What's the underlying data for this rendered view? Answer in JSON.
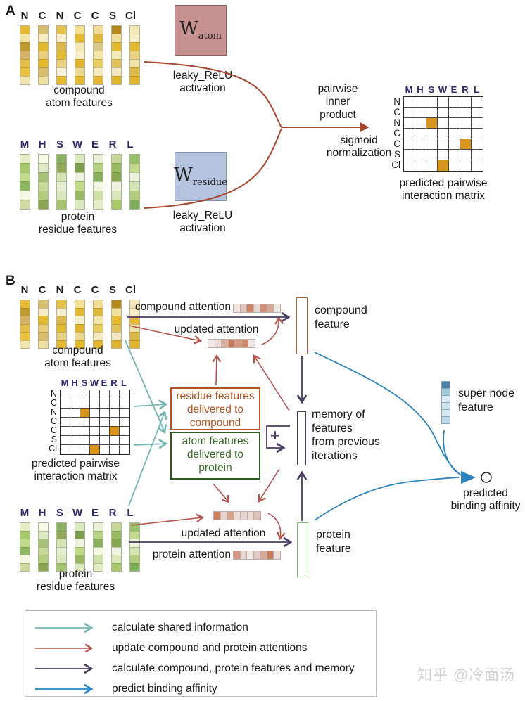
{
  "colors": {
    "teal": "#74b7b2",
    "red": "#b5534d",
    "purple": "#483c62",
    "blue": "#2c84bf",
    "rust": "#a8472e",
    "navy": "#2e2a6e",
    "matrix_cell": "#d8941f",
    "watom_bg": "#c79190",
    "watom_border": "#9a5a52",
    "wres_bg": "#b4c4de",
    "wres_border": "#8494ad",
    "cf_border": "#bf6030",
    "pf_border": "#74bf68",
    "res_box": "#b5541e",
    "atom_box_border": "#2f5c20",
    "atom_box_text": "#3c6b28",
    "legend_border": "#b9bdbf",
    "watermark": "#d2d2d2"
  },
  "panel_a": {
    "label": "A",
    "compound": {
      "labels": [
        "N",
        "C",
        "N",
        "C",
        "C",
        "S",
        "Cl"
      ],
      "caption": "compound\natom features",
      "columns": [
        [
          "#e5bb35",
          "#f2e5a8",
          "#bf9a2e",
          "#d2b266",
          "#e2bd4a",
          "#e6c23f",
          "#f0e3b0"
        ],
        [
          "#d8c070",
          "#f4ecc4",
          "#e3ba30",
          "#e9cf7a",
          "#e3ba30",
          "#d9bc6b",
          "#f0e0a0"
        ],
        [
          "#e6c34a",
          "#f6f0d0",
          "#d9b84f",
          "#e3bb33",
          "#e8d080",
          "#f8f2d8",
          "#e3ba30"
        ],
        [
          "#f2e090",
          "#e3ba30",
          "#f4eab8",
          "#f6eec9",
          "#e0b52b",
          "#ead890",
          "#e3ba30"
        ],
        [
          "#f0dc95",
          "#ddb83a",
          "#d9c988",
          "#f2e6ad",
          "#e8cc60",
          "#f4ecc0",
          "#e2b935"
        ],
        [
          "#b5881c",
          "#f0e0a0",
          "#e3ba30",
          "#f4eabb",
          "#dfc25c",
          "#f2e8c0",
          "#e0b52b"
        ],
        [
          "#f4e8b8",
          "#f6eec9",
          "#e3ba30",
          "#e8d080",
          "#f2e4a8",
          "#dbb945",
          "#e0b52b"
        ]
      ]
    },
    "w_atom": {
      "symbol": "W",
      "subscript": "atom"
    },
    "activation_top": "leaky_ReLU\nactivation",
    "protein": {
      "labels": [
        "M",
        "H",
        "S",
        "W",
        "E",
        "R",
        "L"
      ],
      "caption": "protein\nresidue features",
      "columns": [
        [
          "#e4edc8",
          "#a9c86a",
          "#c2d98a",
          "#8fb95e",
          "#f3f6e3",
          "#cdd9a0"
        ],
        [
          "#f6f8ea",
          "#dfe9c5",
          "#a8bf78",
          "#c8d898",
          "#b4cc80",
          "#8ba352"
        ],
        [
          "#88b060",
          "#94a85a",
          "#d5e3b5",
          "#e9efd5",
          "#dce8c0",
          "#a5c470"
        ],
        [
          "#dce8c0",
          "#7d9e4f",
          "#eef2dd",
          "#c2d98a",
          "#98b864",
          "#dce8c0"
        ],
        [
          "#e9efd5",
          "#b8d088",
          "#88b060",
          "#f3f6e3",
          "#cfe0a8",
          "#e4edc8"
        ],
        [
          "#c8d898",
          "#9cba62",
          "#88a550",
          "#eef2dd",
          "#dbe6bc",
          "#a9c86a"
        ],
        [
          "#98c068",
          "#c2d98a",
          "#eef2dd",
          "#d5e3b5",
          "#b4cc80",
          "#7fae58"
        ]
      ]
    },
    "w_residue": {
      "symbol": "W",
      "subscript": "residue"
    },
    "activation_bottom": "leaky_ReLU\nactivation",
    "op_top": "pairwise\ninner\nproduct",
    "op_bottom": "sigmoid\nnormalization",
    "matrix": {
      "col_headers": [
        "M",
        "H",
        "S",
        "W",
        "E",
        "R",
        "L"
      ],
      "row_labels": [
        "N",
        "C",
        "N",
        "C",
        "C",
        "S",
        "Cl"
      ],
      "active_cells": [
        [
          2,
          2
        ],
        [
          4,
          5
        ],
        [
          6,
          3
        ]
      ],
      "caption": "predicted pairwise\ninteraction matrix"
    }
  },
  "panel_b": {
    "label": "B",
    "compound": {
      "labels": [
        "N",
        "C",
        "N",
        "C",
        "C",
        "S",
        "Cl"
      ],
      "caption": "compound\natom features",
      "columns": [
        [
          "#e5bb35",
          "#bf9a2e",
          "#d2b266",
          "#e2bd4a",
          "#e6c23f",
          "#f0e3b0"
        ],
        [
          "#d8c070",
          "#f4ecc4",
          "#e3ba30",
          "#e9cf7a",
          "#d9bc6b",
          "#f0e0a0"
        ],
        [
          "#e6c34a",
          "#f6f0d0",
          "#d9b84f",
          "#e3bb33",
          "#e8d080",
          "#e3ba30"
        ],
        [
          "#f2e090",
          "#e3ba30",
          "#f6eec9",
          "#e0b52b",
          "#ead890",
          "#e3ba30"
        ],
        [
          "#f0dc95",
          "#ddb83a",
          "#f2e6ad",
          "#e8cc60",
          "#f4ecc0",
          "#e2b935"
        ],
        [
          "#b5881c",
          "#f0e0a0",
          "#e3ba30",
          "#dfc25c",
          "#f2e8c0",
          "#e0b52b"
        ],
        [
          "#f4e8b8",
          "#f6eec9",
          "#e3ba30",
          "#f2e4a8",
          "#dbb945",
          "#e0b52b"
        ]
      ]
    },
    "matrix": {
      "col_headers": [
        "M",
        "H",
        "S",
        "W",
        "E",
        "R",
        "L"
      ],
      "row_labels": [
        "N",
        "C",
        "N",
        "C",
        "C",
        "S",
        "Cl"
      ],
      "active_cells": [
        [
          2,
          2
        ],
        [
          4,
          5
        ],
        [
          6,
          3
        ]
      ],
      "caption": "predicted pairwise\ninteraction matrix"
    },
    "protein": {
      "labels": [
        "M",
        "H",
        "S",
        "W",
        "E",
        "R",
        "L"
      ],
      "caption": "protein\nresidue features",
      "columns": [
        [
          "#e4edc8",
          "#a9c86a",
          "#c2d98a",
          "#8fb95e",
          "#f3f6e3",
          "#cdd9a0"
        ],
        [
          "#f6f8ea",
          "#dfe9c5",
          "#a8bf78",
          "#c8d898",
          "#b4cc80",
          "#8ba352"
        ],
        [
          "#88b060",
          "#94a85a",
          "#d5e3b5",
          "#e9efd5",
          "#dce8c0",
          "#a5c470"
        ],
        [
          "#dce8c0",
          "#7d9e4f",
          "#eef2dd",
          "#c2d98a",
          "#98b864",
          "#dce8c0"
        ],
        [
          "#e9efd5",
          "#b8d088",
          "#88b060",
          "#f3f6e3",
          "#cfe0a8",
          "#e4edc8"
        ],
        [
          "#c8d898",
          "#9cba62",
          "#88a550",
          "#eef2dd",
          "#dbe6bc",
          "#a9c86a"
        ],
        [
          "#98c068",
          "#c2d98a",
          "#eef2dd",
          "#d5e3b5",
          "#b4cc80",
          "#7fae58"
        ]
      ]
    },
    "labels": {
      "compound_attention": "compound attention",
      "updated_attention_top": "updated attention",
      "updated_attention_bottom": "updated attention",
      "protein_attention": "protein attention",
      "compound_feature": "compound\nfeature",
      "protein_feature": "protein\nfeature",
      "memory": "memory of\nfeatures\nfrom previous\niterations",
      "plus": "+",
      "residue_box": "residue features\ndelivered to\ncompound",
      "atom_box": "atom features\ndelivered to\nprotein",
      "super_node": "super node\nfeature",
      "predicted": "predicted\nbinding affinity"
    },
    "strips": {
      "compound_attention": [
        "#f1e5e1",
        "#e2c8bf",
        "#cd8466",
        "#e9d8d2",
        "#d29079",
        "#d9a795",
        "#f2e9e6"
      ],
      "updated_top": [
        "#f2eae8",
        "#ead9d4",
        "#dbb0a0",
        "#c87c5e",
        "#d59781",
        "#cf8a6e",
        "#f0e4e0"
      ],
      "updated_bottom": [
        "#cd7f5e",
        "#e8d5cf",
        "#d9a48c",
        "#ecdfdb",
        "#e8d5cf",
        "#ead9d4",
        "#ddc1b8"
      ],
      "protein_attention": [
        "#d59781",
        "#e8d5cf",
        "#f2eae8",
        "#e3cdc6",
        "#d9a795",
        "#c87a5c",
        "#ecddd8"
      ]
    },
    "super_node_cells": [
      "#4d80a4",
      "#a3c8da",
      "#dcebf3",
      "#cfe2ee",
      "#d7e7f1",
      "#bdd8e6"
    ]
  },
  "legend": {
    "items": [
      {
        "color": "teal",
        "label": "calculate shared information"
      },
      {
        "color": "red",
        "label": "update compound and protein attentions"
      },
      {
        "color": "purple",
        "label": "calculate compound, protein features and memory"
      },
      {
        "color": "blue",
        "label": "predict binding affinity"
      }
    ]
  },
  "watermark": "知乎 @冷面汤"
}
